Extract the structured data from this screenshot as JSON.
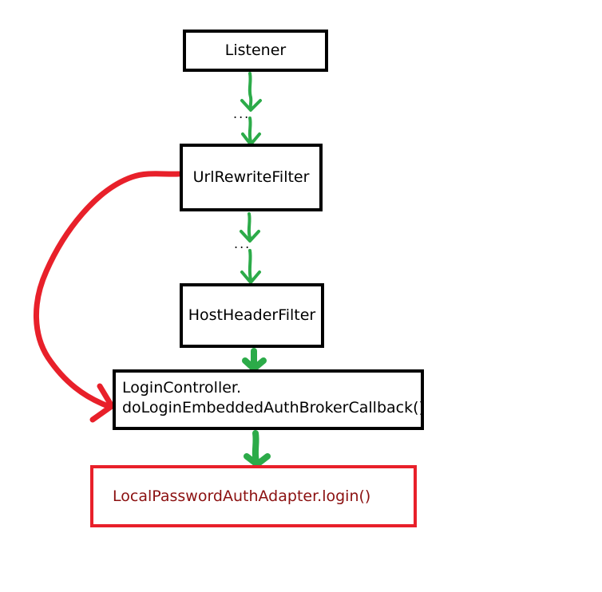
{
  "nodes": {
    "listener": "Listener",
    "url_rewrite_filter": "UrlRewriteFilter",
    "host_header_filter": "HostHeaderFilter",
    "login_controller_line1": "LoginController.",
    "login_controller_line2": "doLoginEmbeddedAuthBrokerCallback()",
    "local_password_adapter": "LocalPasswordAuthAdapter.login()"
  },
  "ellipses": {
    "first": "...",
    "second": "..."
  },
  "colors": {
    "box_border": "#000000",
    "highlight_border": "#e8202a",
    "highlight_text": "#8b1010",
    "flow_arrow": "#2cab49",
    "bypass_arrow": "#e8202a"
  }
}
